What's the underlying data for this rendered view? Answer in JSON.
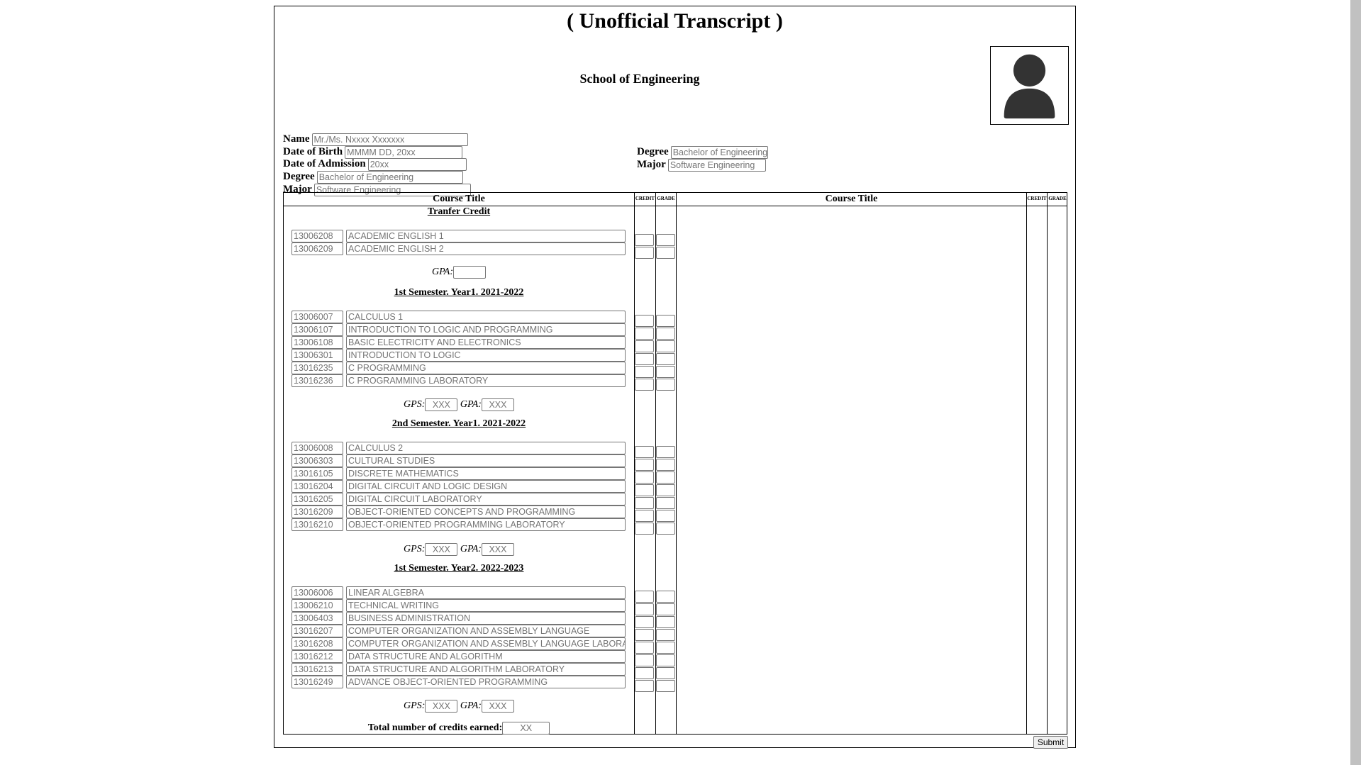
{
  "title": "( Unofficial Transcript )",
  "school": "School of Engineering",
  "student": {
    "name_label": "Name",
    "name_placeholder": "Mr./Ms. Nxxxx Xxxxxxx",
    "dob_label": "Date of Birth",
    "dob_placeholder": "MMMM DD, 20xx",
    "admission_label": "Date of Admission",
    "admission_placeholder": "20xx",
    "degree_label": "Degree",
    "degree_placeholder": "Bachelor of Engineering",
    "major_label": "Major",
    "major_placeholder": "Software Engineering"
  },
  "right_info": {
    "degree_label": "Degree",
    "degree_placeholder": "Bachelor of Engineering",
    "major_label": "Major",
    "major_placeholder": "Software Engineering"
  },
  "table": {
    "course_title_header": "Course Title",
    "credit_header": "CREDIT",
    "grade_header": "GRADE"
  },
  "sections": [
    {
      "heading": "Tranfer Credit",
      "courses": [
        {
          "code": "13006208",
          "title": "ACADEMIC ENGLISH 1"
        },
        {
          "code": "13006209",
          "title": "ACADEMIC ENGLISH 2"
        }
      ],
      "gpa_label": "GPA:",
      "gpa_placeholder": ""
    },
    {
      "heading": "1st Semester. Year1. 2021-2022",
      "courses": [
        {
          "code": "13006007",
          "title": "CALCULUS 1"
        },
        {
          "code": "13006107",
          "title": "INTRODUCTION TO LOGIC AND PROGRAMMING"
        },
        {
          "code": "13006108",
          "title": "BASIC ELECTRICITY AND ELECTRONICS"
        },
        {
          "code": "13006301",
          "title": "INTRODUCTION TO LOGIC"
        },
        {
          "code": "13016235",
          "title": "C PROGRAMMING"
        },
        {
          "code": "13016236",
          "title": "C PROGRAMMING LABORATORY"
        }
      ],
      "gps_label": "GPS:",
      "gps_placeholder": "XXX",
      "gpa_label": "GPA:",
      "gpa_placeholder": "XXX"
    },
    {
      "heading": "2nd Semester. Year1. 2021-2022",
      "courses": [
        {
          "code": "13006008",
          "title": "CALCULUS 2"
        },
        {
          "code": "13006303",
          "title": "CULTURAL STUDIES"
        },
        {
          "code": "13016105",
          "title": "DISCRETE MATHEMATICS"
        },
        {
          "code": "13016204",
          "title": "DIGITAL CIRCUIT AND LOGIC DESIGN"
        },
        {
          "code": "13016205",
          "title": "DIGITAL CIRCUIT LABORATORY"
        },
        {
          "code": "13016209",
          "title": "OBJECT-ORIENTED CONCEPTS AND PROGRAMMING"
        },
        {
          "code": "13016210",
          "title": "OBJECT-ORIENTED PROGRAMMING LABORATORY"
        }
      ],
      "gps_label": "GPS:",
      "gps_placeholder": "XXX",
      "gpa_label": "GPA:",
      "gpa_placeholder": "XXX"
    },
    {
      "heading": "1st Semester. Year2. 2022-2023",
      "courses": [
        {
          "code": "13006006",
          "title": "LINEAR ALGEBRA"
        },
        {
          "code": "13006210",
          "title": "TECHNICAL WRITING"
        },
        {
          "code": "13006403",
          "title": "BUSINESS ADMINISTRATION"
        },
        {
          "code": "13016207",
          "title": "COMPUTER ORGANIZATION AND ASSEMBLY LANGUAGE"
        },
        {
          "code": "13016208",
          "title": "COMPUTER ORGANIZATION AND ASSEMBLY LANGUAGE LABORATORY"
        },
        {
          "code": "13016212",
          "title": "DATA STRUCTURE AND ALGORITHM"
        },
        {
          "code": "13016213",
          "title": "DATA STRUCTURE AND ALGORITHM LABORATORY"
        },
        {
          "code": "13016249",
          "title": "ADVANCE OBJECT-ORIENTED PROGRAMMING"
        }
      ],
      "gps_label": "GPS:",
      "gps_placeholder": "XXX",
      "gpa_label": "GPA:",
      "gpa_placeholder": "XXX"
    }
  ],
  "total": {
    "label": "Total number of credits earned:",
    "placeholder": "XX"
  },
  "submit_label": "Submit",
  "icons": {
    "photo": "person-silhouette-icon"
  }
}
